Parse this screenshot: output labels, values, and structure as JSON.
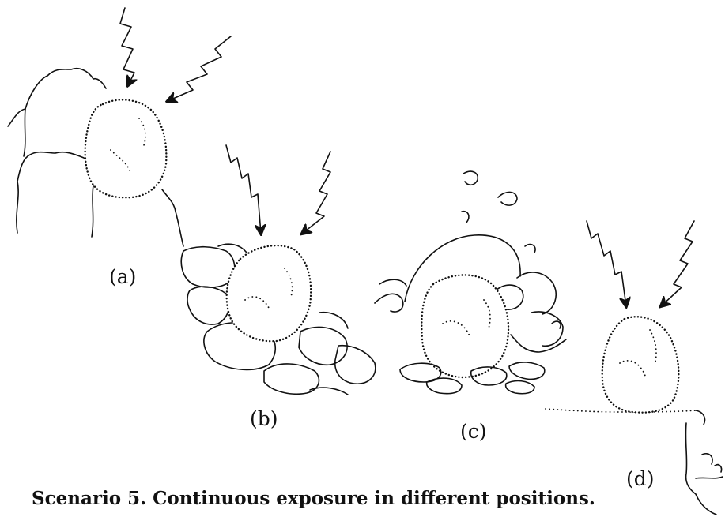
{
  "labels": {
    "a": "(a)",
    "b": "(b)",
    "c": "(c)",
    "d": "(d)"
  },
  "caption": "Scenario 5. Continuous exposure in different positions."
}
